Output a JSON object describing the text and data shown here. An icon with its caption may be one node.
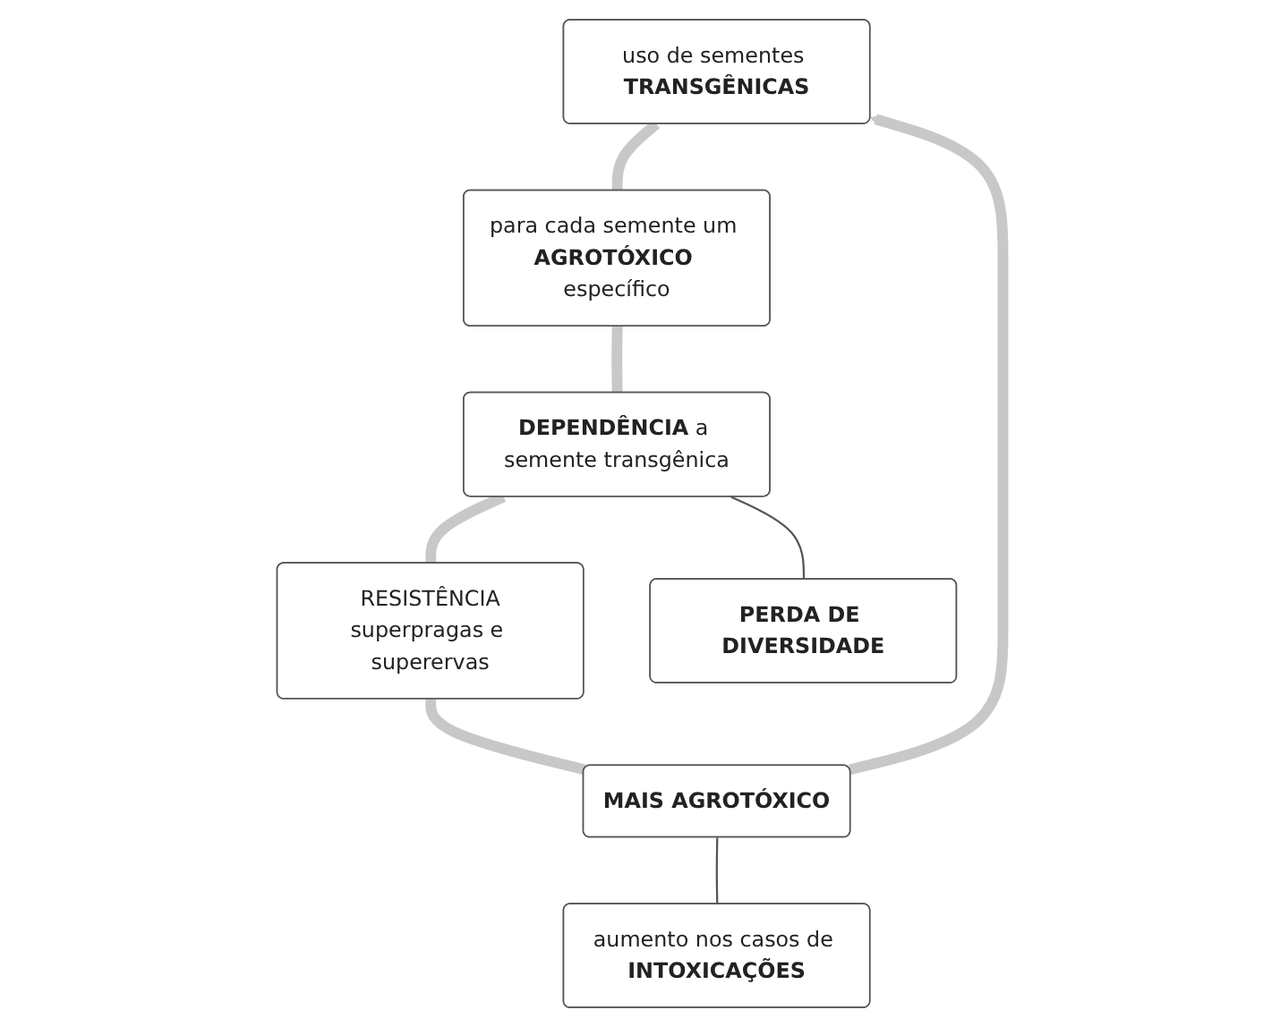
{
  "diagram": {
    "nodes": [
      {
        "text": [
          "uso de sementes **TRANSGÊNICAS**"
        ]
      },
      {
        "text": [
          "para cada semente um **AGROTÓXICO** específico"
        ]
      },
      {
        "text": [
          "**DEPENDÊNCIA** a semente transgênica"
        ]
      },
      {
        "text": [
          "RESISTÊNCIA",
          "superpragas e superervas"
        ]
      },
      {
        "text": [
          "MAIS AGROTÓXICO"
        ]
      },
      {
        "text": [
          "aumento nos casos de **INTOXICAÇÕES**"
        ]
      },
      {
        "text": [
          "PERDA DE DIVERSIDADE"
        ]
      }
    ],
    "edges": [
      {
        "from": 0,
        "to": 1,
        "arrow": "none"
      },
      {
        "from": 1,
        "to": 2,
        "arrow": "none"
      },
      {
        "from": 2,
        "to": 3,
        "arrow": "none"
      },
      {
        "from": 3,
        "to": 4,
        "arrow": "none"
      },
      {
        "from": 4,
        "to": 0,
        "arrow": "to"
      },
      {
        "from": 4,
        "to": 5,
        "arrow": "none",
        "color": "#555555"
      },
      {
        "from": 2,
        "to": 6,
        "arrow": "none",
        "color": "#555555"
      }
    ]
  }
}
